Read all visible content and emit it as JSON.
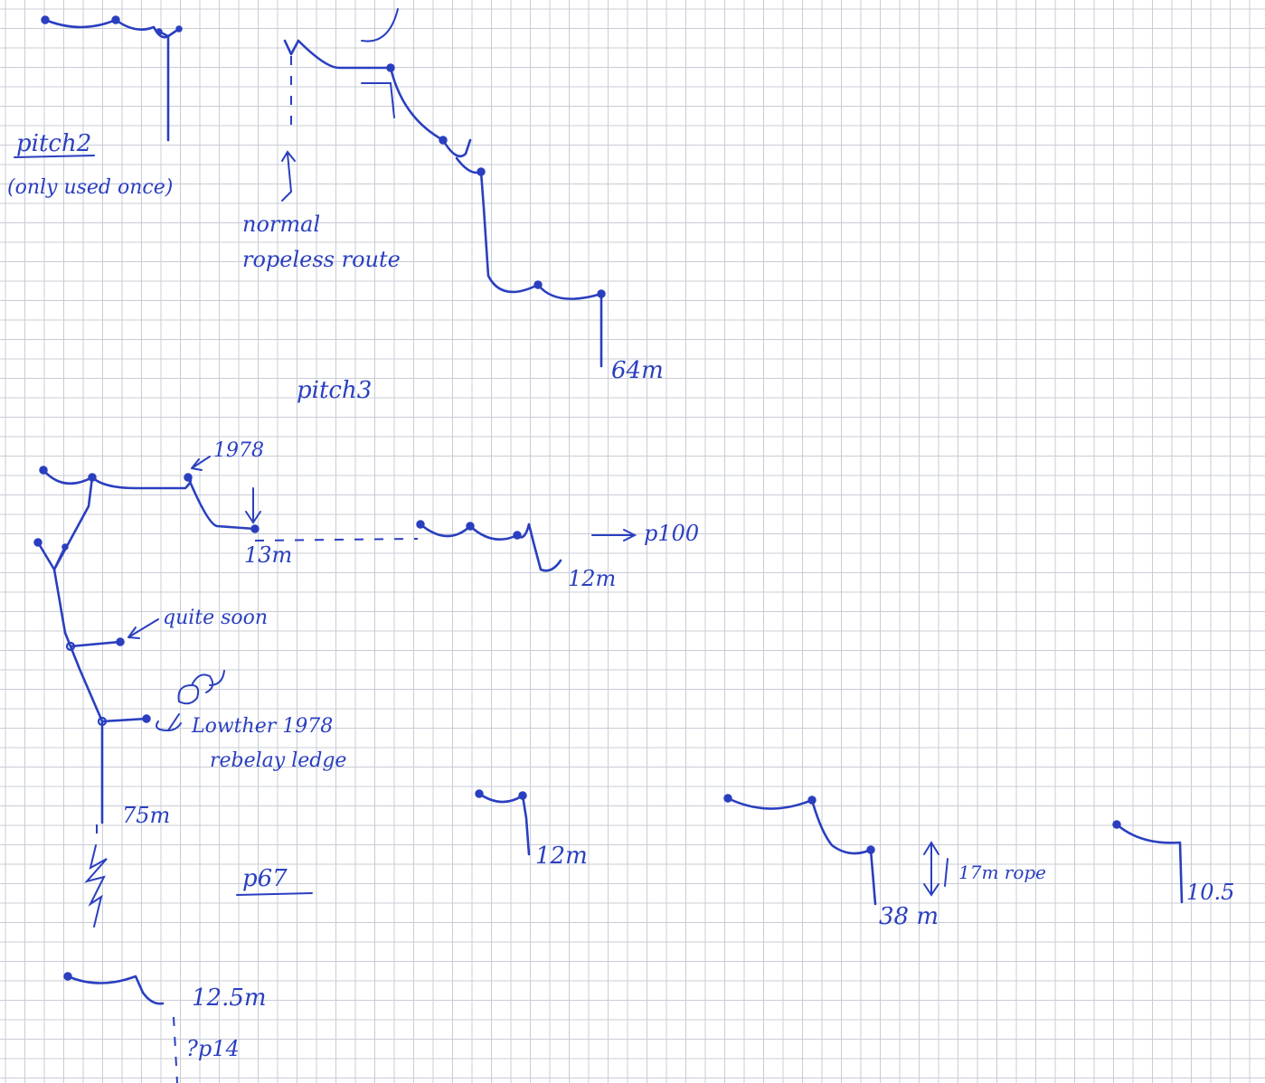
{
  "labels": {
    "pitch2": "pitch2",
    "pitch2_note": "(only used once)",
    "normal_1": "normal",
    "normal_2": "ropeless route",
    "depth_64": "64m",
    "pitch3": "pitch3",
    "year_1978": "1978",
    "depth_13": "13m",
    "to_p100": "p100",
    "depth_12a": "12m",
    "quite_soon": "quite soon",
    "lowther_1": "Lowther 1978",
    "lowther_2": "rebelay ledge",
    "depth_75": "75m",
    "p67": "p67",
    "depth_12b": "12m",
    "depth_38": "38 m",
    "rope_17": "17m rope",
    "depth_105": "10.5",
    "depth_125": "12.5m",
    "p14": "?p14"
  },
  "colors": {
    "ink": "#2a3fbf",
    "grid": "#c9ccd6",
    "paper": "#ffffff"
  }
}
